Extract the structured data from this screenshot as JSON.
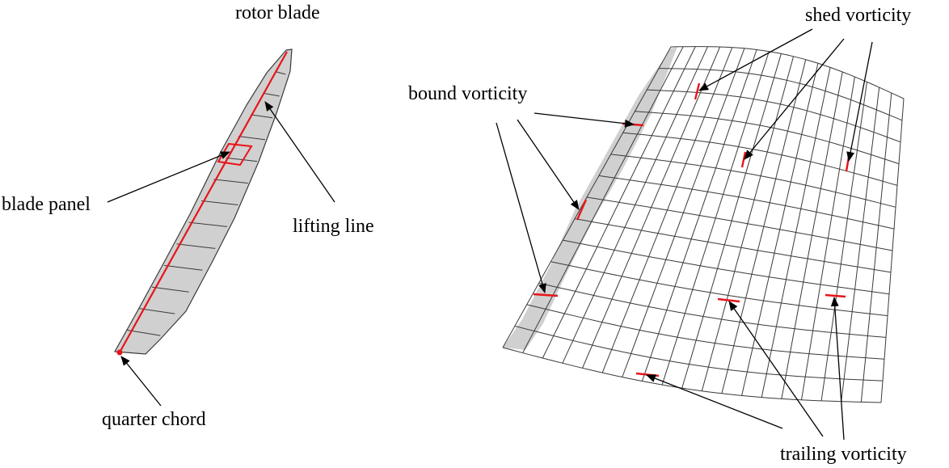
{
  "labels": {
    "rotor_blade": "rotor blade",
    "blade_panel": "blade panel",
    "lifting_line": "lifting line",
    "quarter_chord": "quarter chord",
    "bound_vorticity": "bound vorticity",
    "shed_vorticity": "shed vorticity",
    "trailing_vorticity": "trailing vorticity"
  },
  "colors": {
    "grid_line": "#3a3a3a",
    "blade_fill": "#d0d0d0",
    "highlight": "#e8141b",
    "arrow": "#000000"
  }
}
